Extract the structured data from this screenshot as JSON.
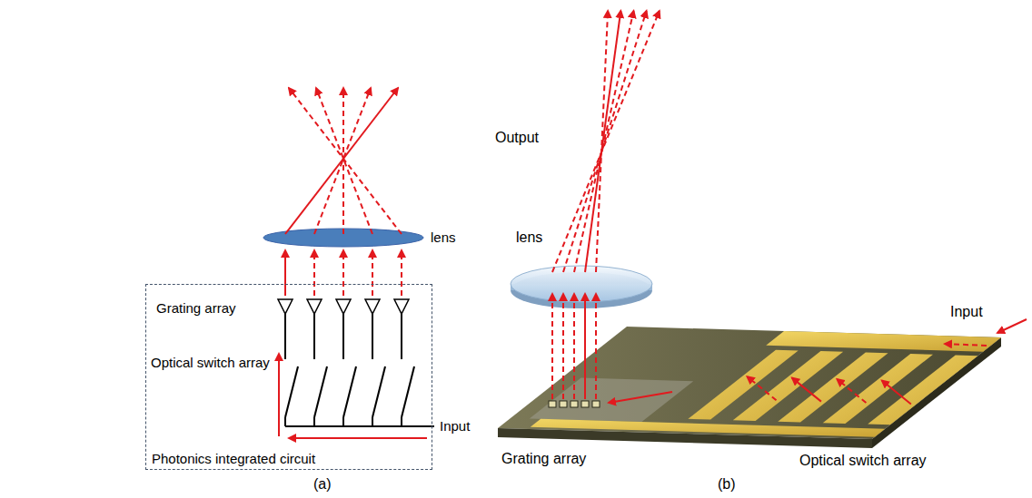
{
  "diagram": {
    "nodes": [
      {
        "text": [
          "Photonics integrated circuit"
        ]
      }
    ],
    "labels": [
      "lens",
      "Grating array",
      "Optical switch array",
      "Input",
      "(a)",
      "Output",
      "lens",
      "Input",
      "Grating array",
      "Optical switch array",
      "(b)"
    ]
  }
}
